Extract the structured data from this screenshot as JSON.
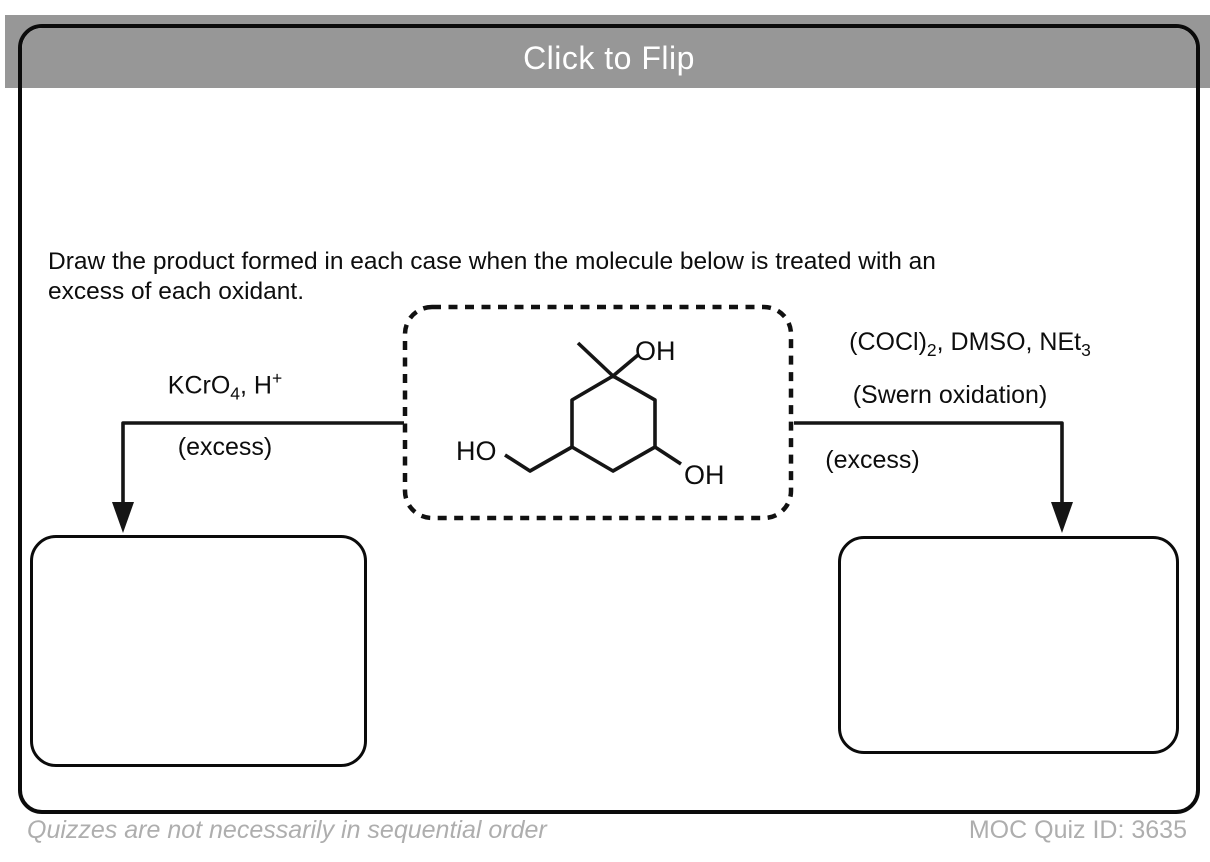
{
  "colors": {
    "banner_bg": "#979797",
    "card_border": "#0b0b0b",
    "ink": "#0d0d0d",
    "footer_text": "#aeaeae",
    "banner_text": "#ffffff"
  },
  "banner": {
    "label": "Click to Flip"
  },
  "question": {
    "lines": [
      "Draw the product formed in each case when the molecule below is treated with an",
      "excess of each oxidant."
    ]
  },
  "molecule": {
    "labels": {
      "top": "OH",
      "left": "HO",
      "right": "OH"
    }
  },
  "left_reaction": {
    "reagents": {
      "base": "KCrO",
      "sub": "4",
      "after": ", H",
      "sup": "+"
    },
    "note": "(excess)"
  },
  "right_reaction": {
    "reagents": {
      "p1": "(COCl)",
      "s1": "2",
      "p2": ", DMSO, NEt",
      "s2": "3"
    },
    "name": "(Swern oxidation)",
    "note": "(excess)"
  },
  "footer": {
    "left_note": "Quizzes are not necessarily in sequential order",
    "quiz_id": "MOC Quiz ID: 3635"
  }
}
